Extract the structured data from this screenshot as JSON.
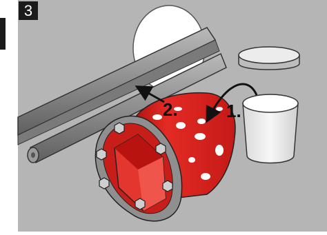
{
  "step_number": "3",
  "callouts": {
    "step1": "1.",
    "step2": "2."
  },
  "colors": {
    "background": "#b5b5b5",
    "sleeve_red": "#d8231f",
    "flange_gray": "#8a8a8a",
    "pipe_gray": "#8d8d8d",
    "lubricant_white": "#ffffff"
  }
}
